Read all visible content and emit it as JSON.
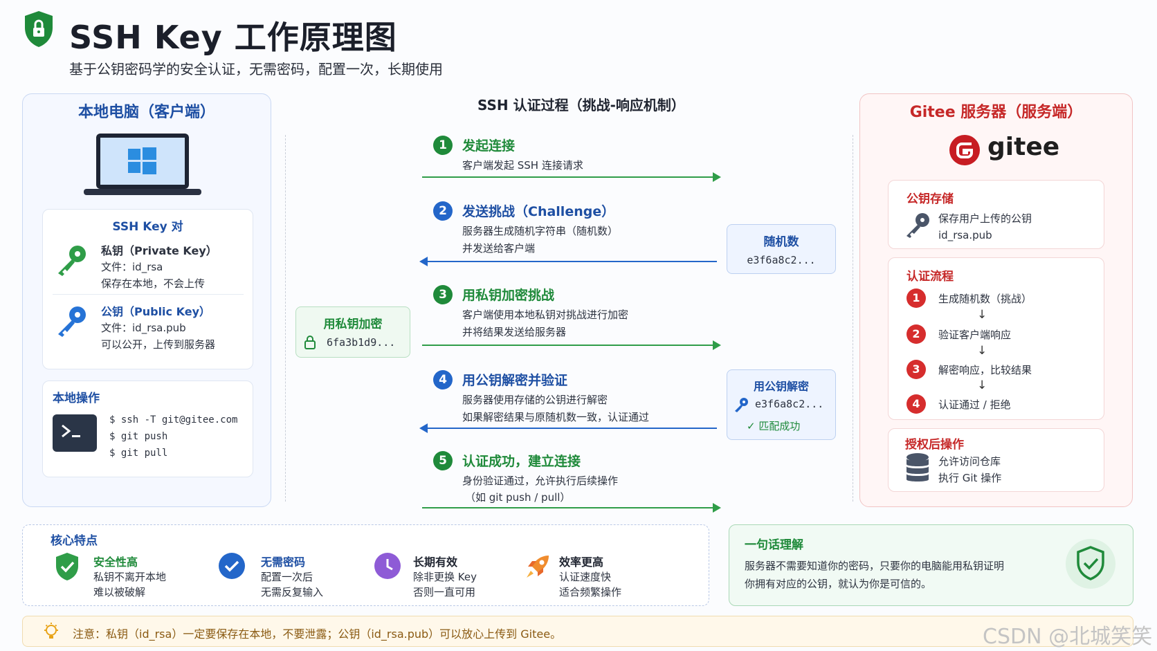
{
  "header": {
    "title": "SSH Key 工作原理图",
    "subtitle": "基于公钥密码学的安全认证，无需密码，配置一次，长期使用"
  },
  "client": {
    "title": "本地电脑（客户端）",
    "keypair": {
      "title": "SSH Key 对",
      "private": {
        "name": "私钥（Private Key）",
        "file": "文件：id_rsa",
        "note": "保存在本地，不会上传"
      },
      "public": {
        "name": "公钥（Public Key）",
        "file": "文件：id_rsa.pub",
        "note": "可以公开，上传到服务器"
      }
    },
    "ops": {
      "title": "本地操作",
      "commands": [
        "$ ssh -T git@gitee.com",
        "$ git push",
        "$ git pull"
      ]
    }
  },
  "flow": {
    "title": "SSH 认证过程（挑战-响应机制）",
    "steps": [
      {
        "num": "1",
        "title": "发起连接",
        "lines": [
          "客户端发起 SSH 连接请求"
        ]
      },
      {
        "num": "2",
        "title": "发送挑战（Challenge）",
        "lines": [
          "服务器生成随机字符串（随机数）",
          "并发送给客户端"
        ]
      },
      {
        "num": "3",
        "title": "用私钥加密挑战",
        "lines": [
          "客户端使用本地私钥对挑战进行加密",
          "并将结果发送给服务器"
        ]
      },
      {
        "num": "4",
        "title": "用公钥解密并验证",
        "lines": [
          "服务器使用存储的公钥进行解密",
          "如果解密结果与原随机数一致，认证通过"
        ]
      },
      {
        "num": "5",
        "title": "认证成功，建立连接",
        "lines": [
          "身份验证通过，允许执行后续操作",
          "（如 git push / pull）"
        ]
      }
    ],
    "random_tag": {
      "title": "随机数",
      "value": "e3f6a8c2..."
    },
    "encrypt_tag": {
      "title": "用私钥加密",
      "value": "6fa3b1d9..."
    },
    "decrypt_tag": {
      "title": "用公钥解密",
      "value": "e3f6a8c2...",
      "result": "✓ 匹配成功"
    }
  },
  "server": {
    "title": "Gitee 服务器（服务端）",
    "logo_text": "gitee",
    "storage": {
      "title": "公钥存储",
      "lines": [
        "保存用户上传的公钥",
        "id_rsa.pub"
      ]
    },
    "auth": {
      "title": "认证流程",
      "steps": [
        {
          "num": "1",
          "label": "生成随机数（挑战）"
        },
        {
          "num": "2",
          "label": "验证客户端响应"
        },
        {
          "num": "3",
          "label": "解密响应，比较结果"
        },
        {
          "num": "4",
          "label": "认证通过 / 拒绝"
        }
      ],
      "arrow": "↓"
    },
    "post_auth": {
      "title": "授权后操作",
      "lines": [
        "允许访问仓库",
        "执行 Git 操作"
      ]
    }
  },
  "features": {
    "title": "核心特点",
    "items": [
      {
        "title": "安全性高",
        "lines": [
          "私钥不离开本地",
          "难以被破解"
        ],
        "icon": "shield-check-icon"
      },
      {
        "title": "无需密码",
        "lines": [
          "配置一次后",
          "无需反复输入"
        ],
        "icon": "check-circle-icon"
      },
      {
        "title": "长期有效",
        "lines": [
          "除非更换 Key",
          "否则一直可用"
        ],
        "icon": "clock-icon"
      },
      {
        "title": "效率更高",
        "lines": [
          "认证速度快",
          "适合频繁操作"
        ],
        "icon": "rocket-icon"
      }
    ]
  },
  "summary": {
    "title": "一句话理解",
    "lines": [
      "服务器不需要知道你的密码，只要你的电脑能用私钥证明",
      "你拥有对应的公钥，就认为你是可信的。"
    ]
  },
  "note": {
    "text": "注意：私钥（id_rsa）一定要保存在本地，不要泄露；公钥（id_rsa.pub）可以放心上传到 Gitee。"
  },
  "watermark": "CSDN @北城笑笑",
  "colors": {
    "blue": "#1e4fa3",
    "green": "#1f8a3a",
    "red": "#c62828",
    "purple": "#8e5bd6",
    "orange": "#f08c2e"
  }
}
